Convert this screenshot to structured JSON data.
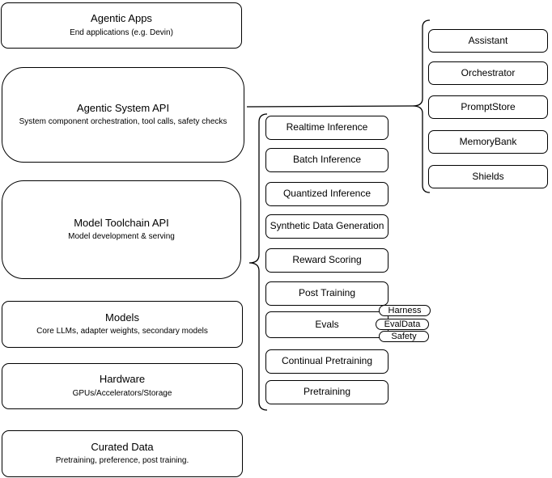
{
  "colors": {
    "stroke": "#000000",
    "background": "#ffffff",
    "text": "#000000"
  },
  "left_column": {
    "boxes": [
      {
        "title": "Agentic Apps",
        "subtitle": "End applications (e.g. Devin)"
      },
      {
        "title": "Agentic System API",
        "subtitle": "System component orchestration, tool calls, safety checks"
      },
      {
        "title": "Model Toolchain API",
        "subtitle": "Model development & serving"
      },
      {
        "title": "Models",
        "subtitle": "Core LLMs, adapter weights, secondary models"
      },
      {
        "title": "Hardware",
        "subtitle": "GPUs/Accelerators/Storage"
      },
      {
        "title": "Curated Data",
        "subtitle": "Pretraining, preference, post training."
      }
    ]
  },
  "middle_column": {
    "boxes": [
      {
        "label": "Realtime Inference"
      },
      {
        "label": "Batch Inference"
      },
      {
        "label": "Quantized Inference"
      },
      {
        "label": "Synthetic Data Generation"
      },
      {
        "label": "Reward Scoring"
      },
      {
        "label": "Post Training"
      },
      {
        "label": "Evals"
      },
      {
        "label": "Continual Pretraining"
      },
      {
        "label": "Pretraining"
      }
    ],
    "evals_tags": [
      {
        "label": "Harness"
      },
      {
        "label": "EvalData"
      },
      {
        "label": "Safety"
      }
    ]
  },
  "right_column": {
    "boxes": [
      {
        "label": "Assistant"
      },
      {
        "label": "Orchestrator"
      },
      {
        "label": "PromptStore"
      },
      {
        "label": "MemoryBank"
      },
      {
        "label": "Shields"
      }
    ]
  }
}
